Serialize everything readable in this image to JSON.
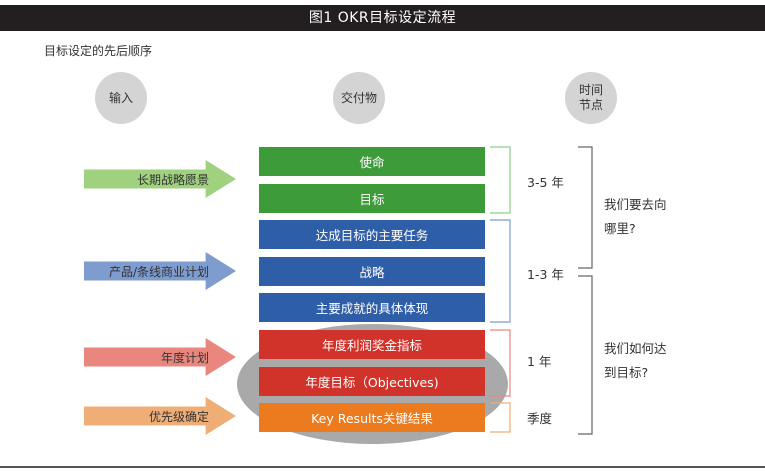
{
  "title": "图1   OKR目标设定流程",
  "subtitle": "目标设定的先后顺序",
  "headers": {
    "input": "输入",
    "deliverable": "交付物",
    "time_line1": "时间",
    "time_line2": "节点"
  },
  "inputs": [
    {
      "label": "长期战略愿景",
      "color": "#9fd17f"
    },
    {
      "label": "产品/条线商业计划",
      "color": "#7f9ccf"
    },
    {
      "label": "年度计划",
      "color": "#e9877f"
    },
    {
      "label": "优先级确定",
      "color": "#f0ae77"
    }
  ],
  "deliverables": [
    {
      "label": "使命",
      "color": "#3e9b3a"
    },
    {
      "label": "目标",
      "color": "#3e9b3a"
    },
    {
      "label": "达成目标的主要任务",
      "color": "#2f5ea8"
    },
    {
      "label": "战略",
      "color": "#2f5ea8"
    },
    {
      "label": "主要成就的具体体现",
      "color": "#2f5ea8"
    },
    {
      "label": "年度利润奖金指标",
      "color": "#d1322a"
    },
    {
      "label": "年度目标（Objectives)",
      "color": "#d1322a"
    },
    {
      "label": "Key Results关键结果",
      "color": "#ec7a1e"
    }
  ],
  "timeframes": [
    "3-5 年",
    "1-3 年",
    "1 年",
    "季度"
  ],
  "questions": {
    "q1_line1": "我们要去向",
    "q1_line2": "哪里?",
    "q2_line1": "我们如何达",
    "q2_line2": "到目标?"
  }
}
